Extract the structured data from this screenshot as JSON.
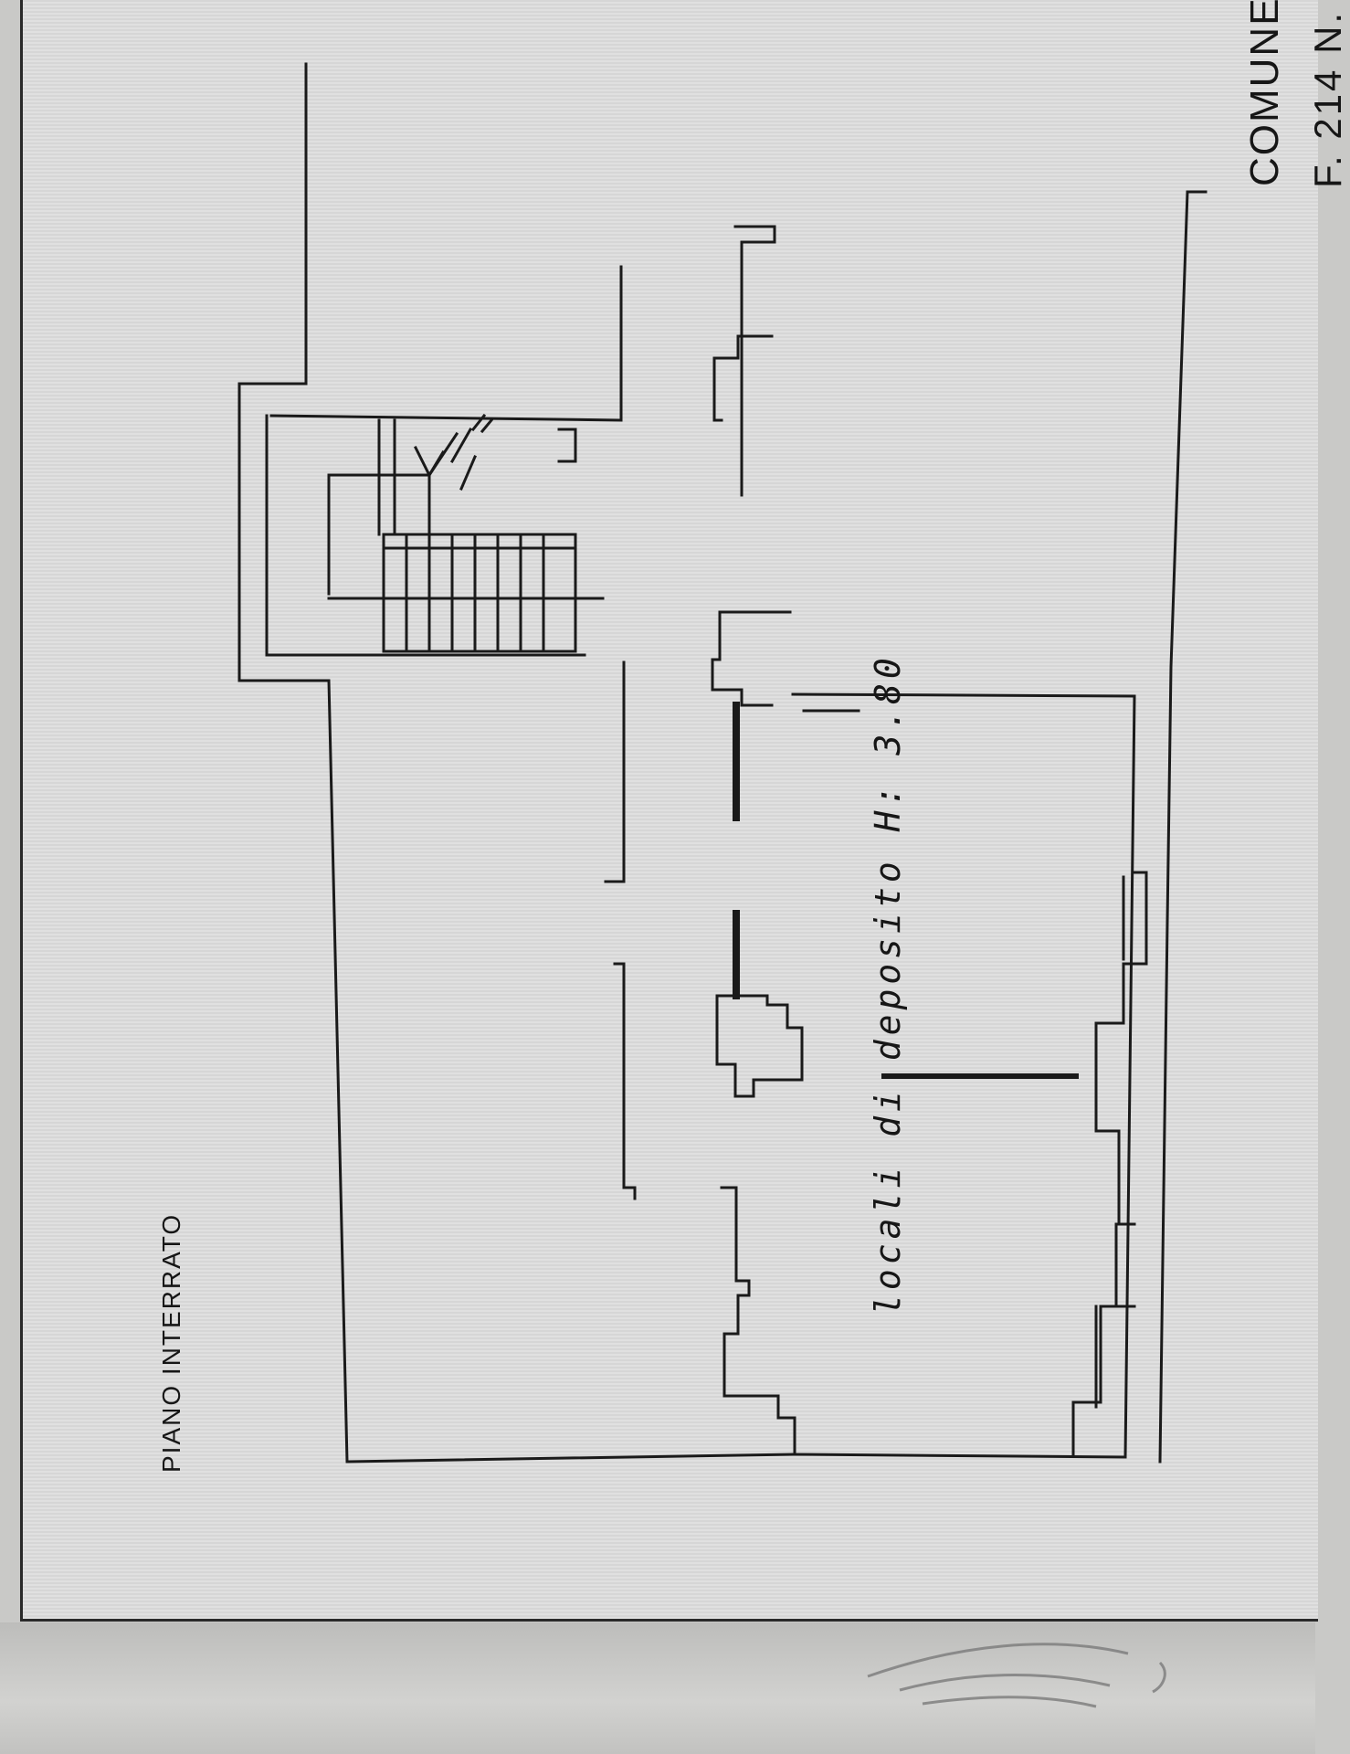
{
  "drawing": {
    "floor_title": "PIANO INTERRATO",
    "room_label": "locali di deposito H: 3.80",
    "municipality_label": "COMUNE",
    "sheet_reference": "F. 214 N."
  },
  "colors": {
    "paper": "#dedede",
    "ink": "#161616",
    "background": "#c9c9c7"
  }
}
